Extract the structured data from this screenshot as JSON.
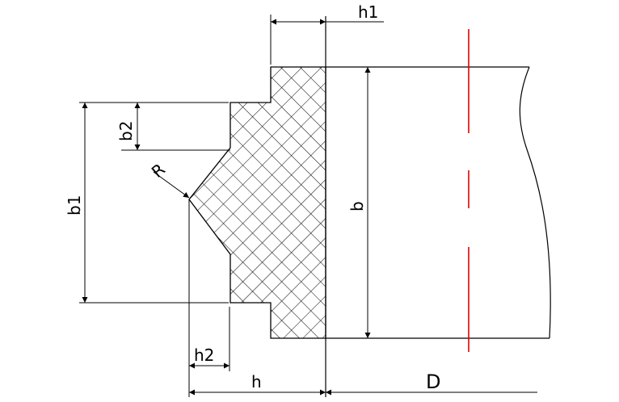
{
  "labels": {
    "h1": "h1",
    "b2": "b2",
    "R": "R",
    "b1": "b1",
    "b": "b",
    "h2": "h2",
    "h": "h",
    "D": "D"
  },
  "colors": {
    "line": "#000000",
    "centerline": "#e00000",
    "background": "#ffffff"
  }
}
